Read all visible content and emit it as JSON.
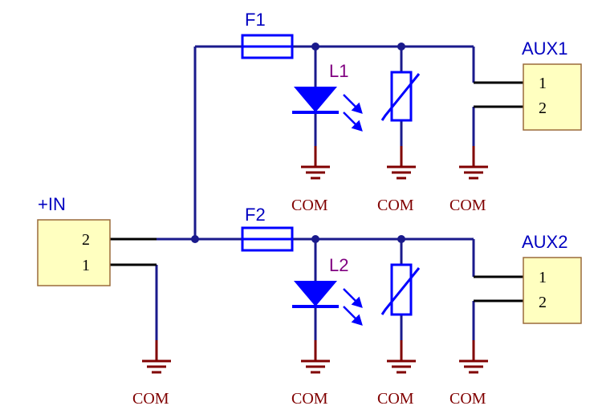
{
  "labels": {
    "input_connector": "+IN",
    "fuse_1": "F1",
    "fuse_2": "F2",
    "led_1": "L1",
    "led_2": "L2",
    "aux_1": "AUX1",
    "aux_2": "AUX2",
    "ground": "COM"
  },
  "pins": {
    "in_pin_2": "2",
    "in_pin_1": "1",
    "aux1_pin_1": "1",
    "aux1_pin_2": "2",
    "aux2_pin_1": "1",
    "aux2_pin_2": "2"
  },
  "colors": {
    "wire": "#1a1a8c",
    "pin_line": "#000000",
    "ground": "#800000",
    "component": "#0000ff",
    "led_label": "#800080",
    "connector_fill": "#ffffc0",
    "connector_stroke": "#9a6a3a",
    "label_text": "#0000c0",
    "net_text": "#800000"
  }
}
